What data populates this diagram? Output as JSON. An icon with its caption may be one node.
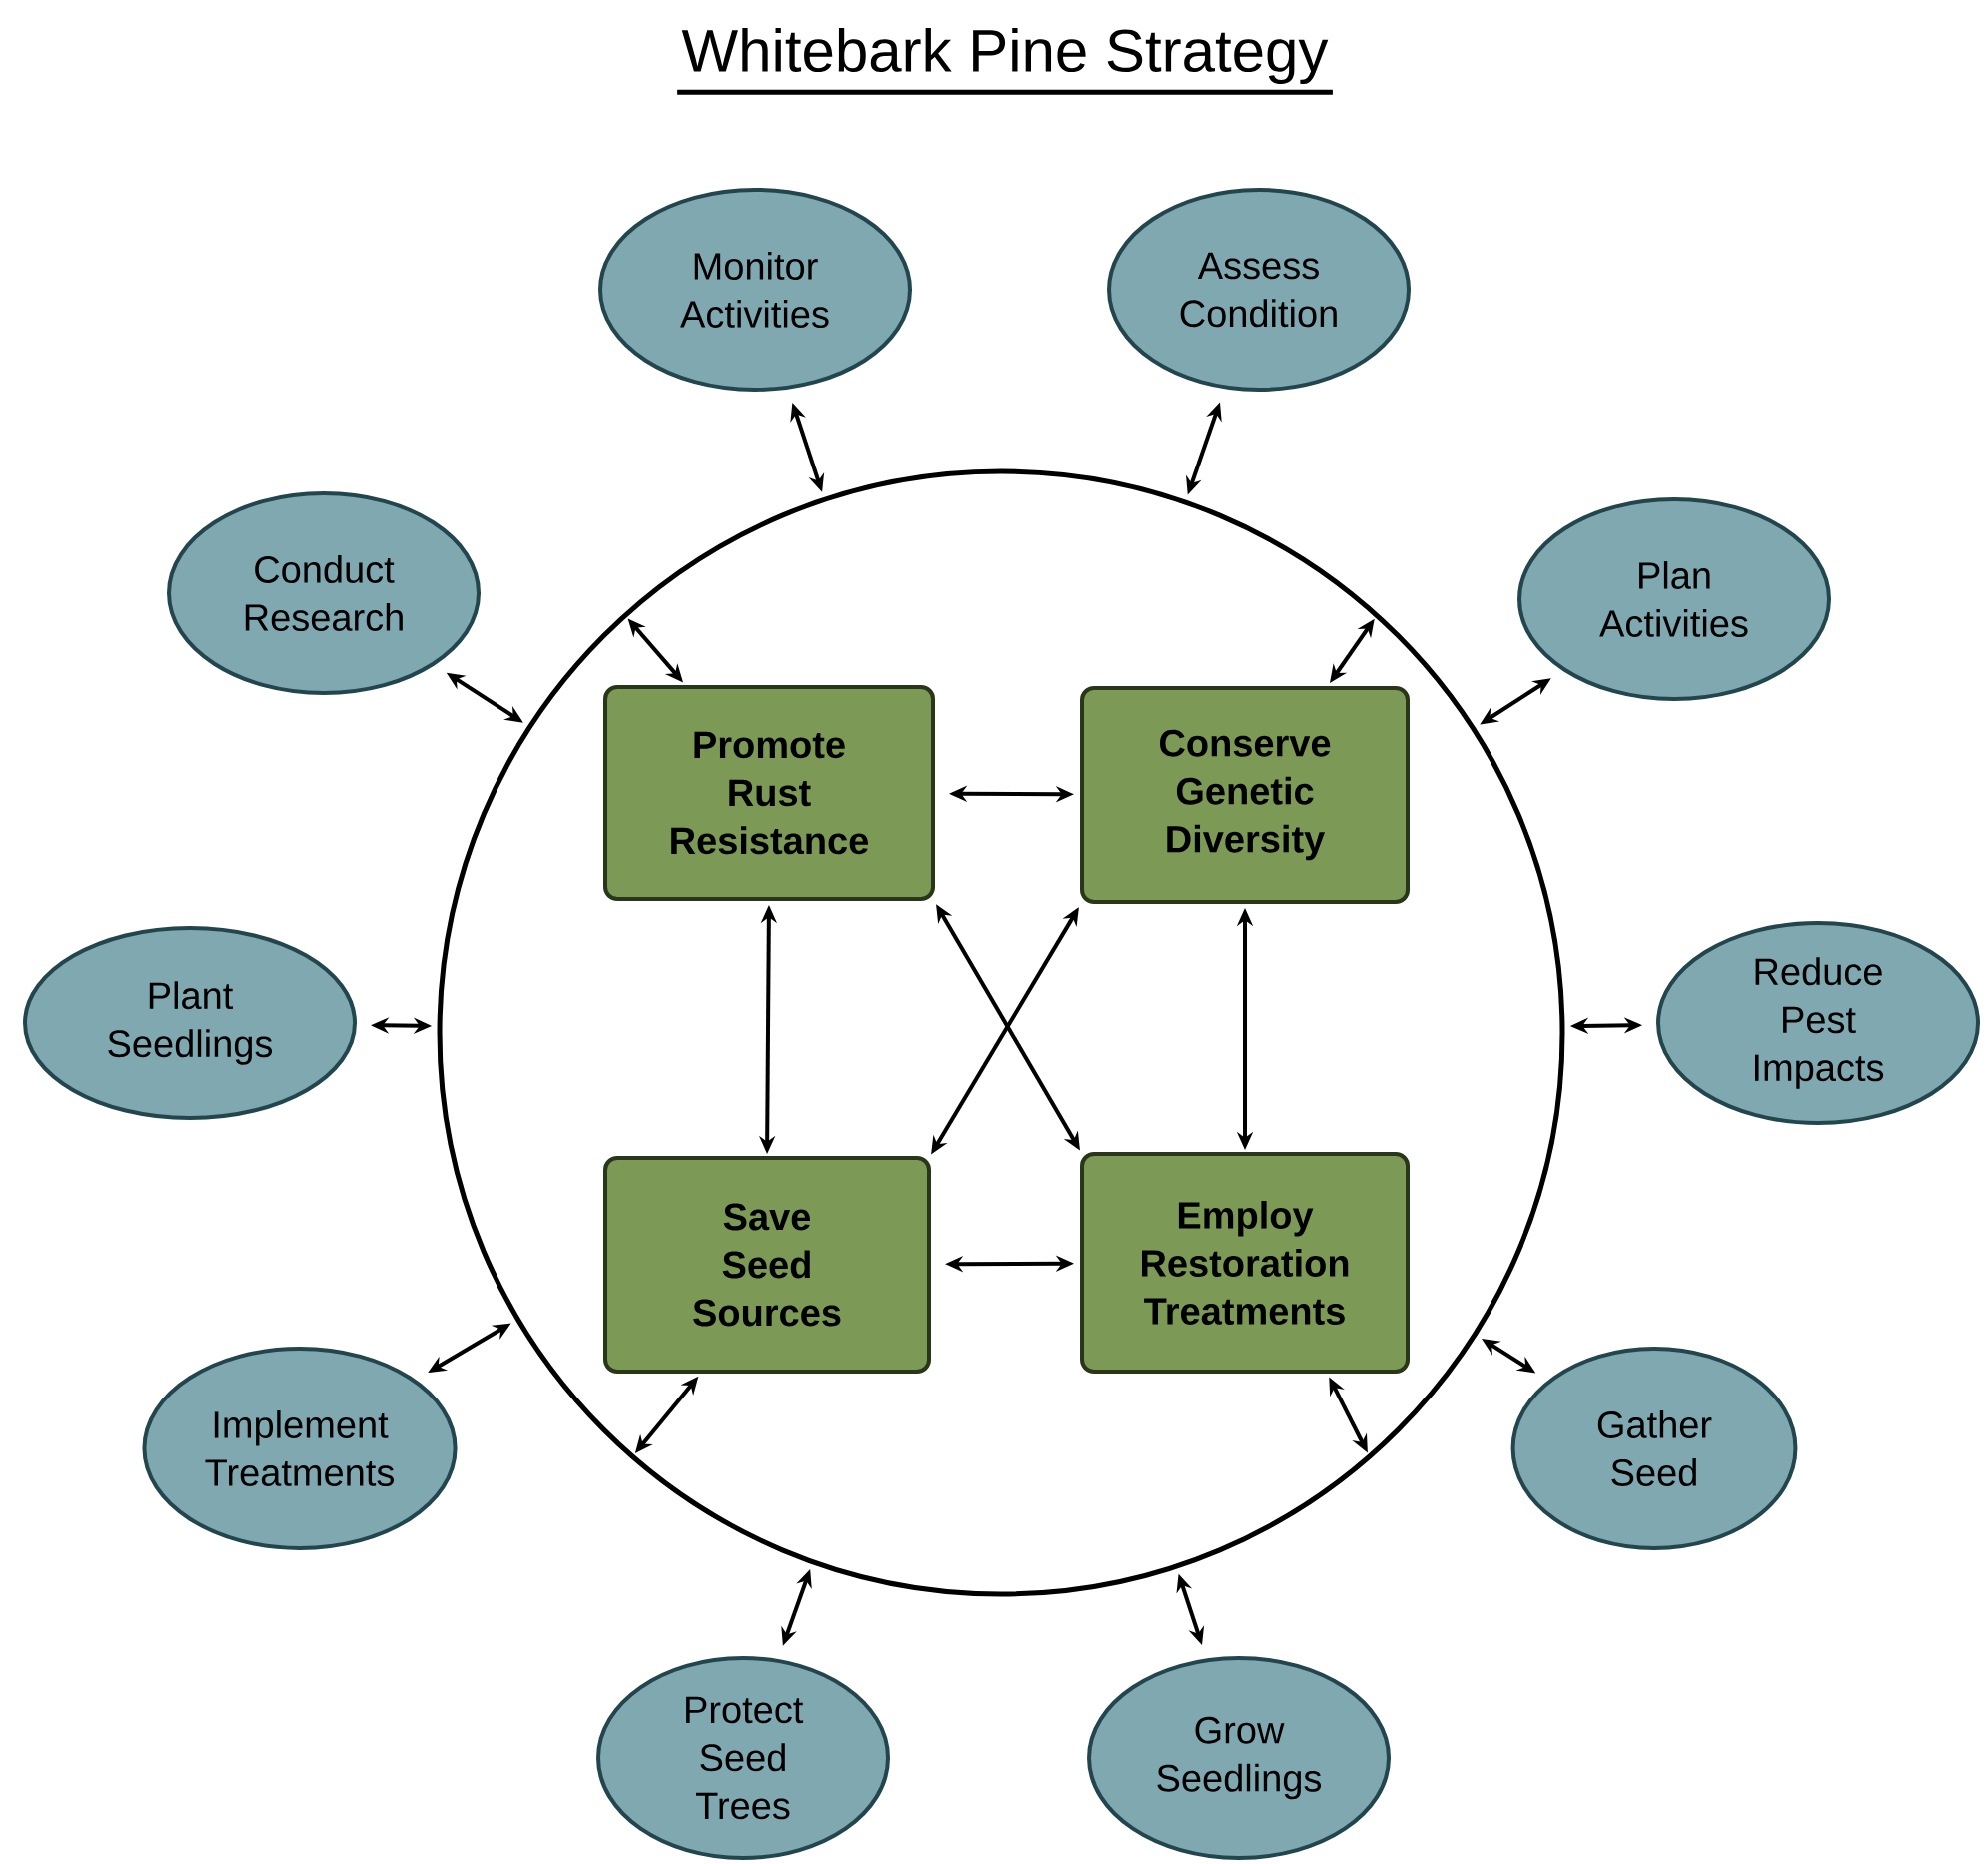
{
  "diagram": {
    "title": "Whitebark Pine Strategy",
    "nodes": [
      {
        "text": [
          "Monitor Activities"
        ]
      },
      {
        "text": [
          "Assess Condition"
        ]
      },
      {
        "text": [
          "Conduct Research"
        ]
      },
      {
        "text": [
          "Plan Activities"
        ]
      },
      {
        "text": [],
        "shape": "circle"
      },
      {
        "text": [
          "Promote Rust Resistance"
        ],
        "in": 4
      },
      {
        "text": [
          "Conserve Genetic Diversity"
        ],
        "in": 4
      },
      {
        "text": [
          "Save Seed Sources"
        ],
        "in": 4
      },
      {
        "text": [
          "Employ Restoration Treatments"
        ],
        "in": 4
      },
      {
        "text": [
          "Plant Seedlings"
        ]
      },
      {
        "text": [
          "Reduce Pest Impacts"
        ]
      },
      {
        "text": [
          "Implement Treatments"
        ]
      },
      {
        "text": [
          "Gather Seed"
        ]
      },
      {
        "text": [
          "Protect Seed Trees"
        ]
      },
      {
        "text": [
          "Grow Seedlings"
        ]
      }
    ],
    "edges": [
      {
        "from": 0,
        "to": 4,
        "arrow": "both"
      },
      {
        "from": 1,
        "to": 4,
        "arrow": "both"
      },
      {
        "from": 2,
        "to": 4,
        "arrow": "both"
      },
      {
        "from": 3,
        "to": 4,
        "arrow": "both"
      },
      {
        "from": 5,
        "to": 4,
        "arrow": "both"
      },
      {
        "from": 6,
        "to": 4,
        "arrow": "both"
      },
      {
        "from": 5,
        "to": 6,
        "arrow": "both"
      },
      {
        "from": 9,
        "to": 4,
        "arrow": "both"
      },
      {
        "from": 10,
        "to": 4,
        "arrow": "both"
      },
      {
        "from": 5,
        "to": 7,
        "arrow": "both"
      },
      {
        "from": 6,
        "to": 8,
        "arrow": "both"
      },
      {
        "from": 5,
        "to": 8,
        "arrow": "both"
      },
      {
        "from": 6,
        "to": 7,
        "arrow": "both"
      },
      {
        "from": 7,
        "to": 8,
        "arrow": "both"
      },
      {
        "from": 7,
        "to": 4,
        "arrow": "both"
      },
      {
        "from": 8,
        "to": 4,
        "arrow": "both"
      },
      {
        "from": 11,
        "to": 4,
        "arrow": "both"
      },
      {
        "from": 12,
        "to": 4,
        "arrow": "both"
      },
      {
        "from": 13,
        "to": 4,
        "arrow": "both"
      },
      {
        "from": 14,
        "to": 4,
        "arrow": "both"
      }
    ]
  }
}
